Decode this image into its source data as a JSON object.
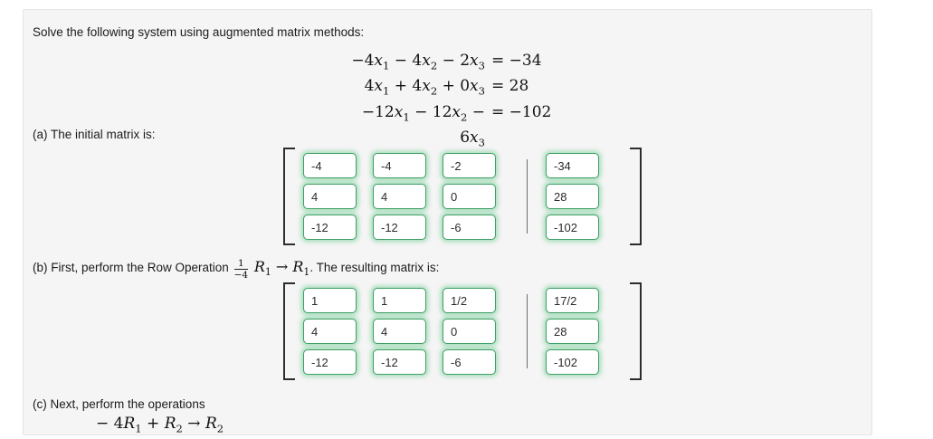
{
  "problem": {
    "prompt": "Solve the following system using augmented matrix methods:",
    "equations": [
      {
        "lhs": "−4x_1 − 4x_2 − 2x_3",
        "rhs": "= −34"
      },
      {
        "lhs": "4x_1 + 4x_2 + 0x_3",
        "rhs": "= 28"
      },
      {
        "lhs": "−12x_1 − 12x_2 − 6x_3",
        "rhs": "= −102"
      }
    ]
  },
  "part_a": {
    "label": "(a) The initial matrix is:",
    "matrix": {
      "rows": [
        [
          "-4",
          "-4",
          "-2",
          "-34"
        ],
        [
          "4",
          "4",
          "0",
          "28"
        ],
        [
          "-12",
          "-12",
          "-6",
          "-102"
        ]
      ]
    }
  },
  "part_b": {
    "label_prefix": "(b) First, perform the Row Operation ",
    "frac_numerator": "1",
    "frac_denominator": "−4",
    "operation": "R_1 → R_1",
    "label_suffix": ". The resulting matrix is:",
    "matrix": {
      "rows": [
        [
          "1",
          "1",
          "1/2",
          "17/2"
        ],
        [
          "4",
          "4",
          "0",
          "28"
        ],
        [
          "-12",
          "-12",
          "-6",
          "-102"
        ]
      ]
    }
  },
  "part_c": {
    "label": "(c) Next, perform the operations",
    "operation": "− 4R_1 + R_2 → R_2"
  },
  "colors": {
    "correct_border": "#3f9e66",
    "correct_glow": "rgba(111,205,148,0.55)",
    "panel_background": "#f5f5f5"
  }
}
